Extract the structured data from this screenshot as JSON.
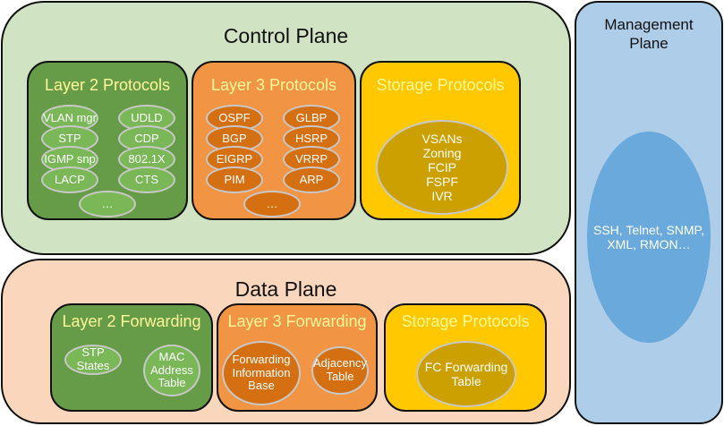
{
  "control_plane": {
    "title": "Control Plane",
    "layer2": {
      "title": "Layer 2 Protocols",
      "items": [
        "VLAN mgr",
        "UDLD",
        "STP",
        "CDP",
        "IGMP snp",
        "802.1X",
        "LACP",
        "CTS",
        "…"
      ]
    },
    "layer3": {
      "title": "Layer 3 Protocols",
      "items": [
        "OSPF",
        "GLBP",
        "BGP",
        "HSRP",
        "EIGRP",
        "VRRP",
        "PIM",
        "ARP",
        "…"
      ]
    },
    "storage": {
      "title": "Storage Protocols",
      "items_text": "VSANs\nZoning\nFCIP\nFSPF\nIVR"
    }
  },
  "data_plane": {
    "title": "Data Plane",
    "layer2": {
      "title": "Layer 2 Forwarding",
      "items": [
        "STP\nStates",
        "MAC\nAddress\nTable"
      ]
    },
    "layer3": {
      "title": "Layer 3 Forwarding",
      "items": [
        "Forwarding\nInformation\nBase",
        "Adjacency\nTable"
      ]
    },
    "storage": {
      "title": "Storage Protocols",
      "items": [
        "FC Forwarding\nTable"
      ]
    }
  },
  "management_plane": {
    "title": "Management\nPlane",
    "items_text": "SSH, Telnet, SNMP,\nXML, RMON…"
  },
  "colors": {
    "control_bg": "#d0e3c3",
    "data_bg": "#fad6bd",
    "management_bg": "#aecde9",
    "layer2_bg": "#669b47",
    "layer3_bg": "#f19443",
    "storage_bg": "#ffc800",
    "subtitle_text": "#fff99a"
  }
}
